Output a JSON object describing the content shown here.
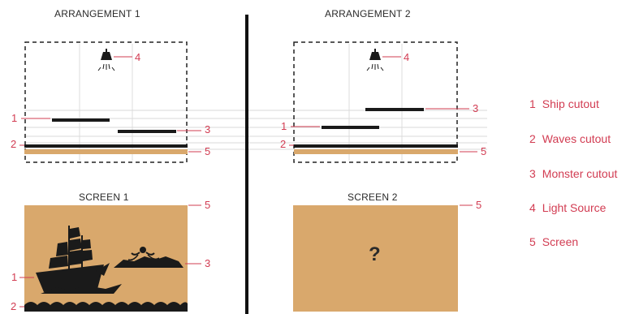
{
  "arrangement1": {
    "title": "ARRANGEMENT 1"
  },
  "arrangement2": {
    "title": "ARRANGEMENT 2"
  },
  "screen1": {
    "title": "SCREEN 1"
  },
  "screen2": {
    "title": "SCREEN 2",
    "mystery": "?"
  },
  "callouts": {
    "a1_light": "4",
    "a1_ship": "1",
    "a1_monster": "3",
    "a1_waves": "2",
    "a1_screen": "5",
    "a2_light": "4",
    "a2_monster": "3",
    "a2_ship": "1",
    "a2_waves": "2",
    "a2_screen": "5",
    "s1_screen": "5",
    "s1_monster": "3",
    "s1_ship": "1",
    "s1_waves": "2",
    "s2_screen": "5"
  },
  "legend": [
    {
      "num": "1",
      "label": "Ship cutout"
    },
    {
      "num": "2",
      "label": "Waves cutout"
    },
    {
      "num": "3",
      "label": "Monster cutout"
    },
    {
      "num": "4",
      "label": "Light Source"
    },
    {
      "num": "5",
      "label": "Screen"
    }
  ],
  "colors": {
    "accent": "#d23c52",
    "screen_fill": "#d9a86c",
    "ink": "#1a1a1a"
  }
}
